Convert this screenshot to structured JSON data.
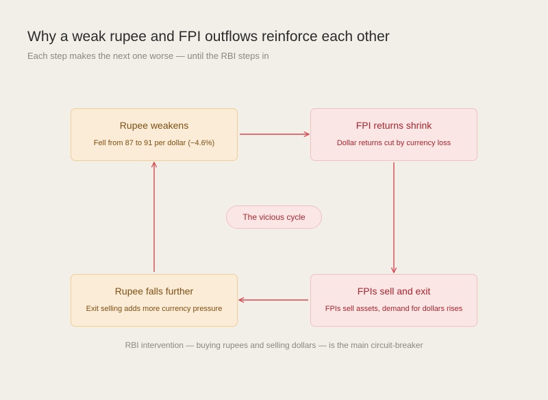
{
  "header": {
    "title": "Why a weak rupee and FPI outflows reinforce each other",
    "subtitle": "Each step makes the next one worse — until the RBI steps in"
  },
  "cycle": {
    "steps": [
      {
        "title": "Rupee weakens",
        "detail": "Fell from 87 to 91 per dollar (−4.6%)",
        "tone": "amber"
      },
      {
        "title": "FPI returns shrink",
        "detail": "Dollar returns cut by currency loss",
        "tone": "pink"
      },
      {
        "title": "FPIs sell and exit",
        "detail": "FPIs sell assets, demand for dollars rises",
        "tone": "pink"
      },
      {
        "title": "Rupee falls further",
        "detail": "Exit selling adds more currency pressure",
        "tone": "amber"
      }
    ],
    "center_label": "The vicious cycle"
  },
  "footnote": "RBI intervention — buying rupees and selling dollars — is the main circuit-breaker",
  "colors": {
    "background": "#f2efe9",
    "amber_fill": "#fbecd7",
    "amber_border": "#efcf95",
    "pink_fill": "#fbe6e6",
    "pink_border": "#f1c0c3",
    "arrow": "#d9474d"
  }
}
